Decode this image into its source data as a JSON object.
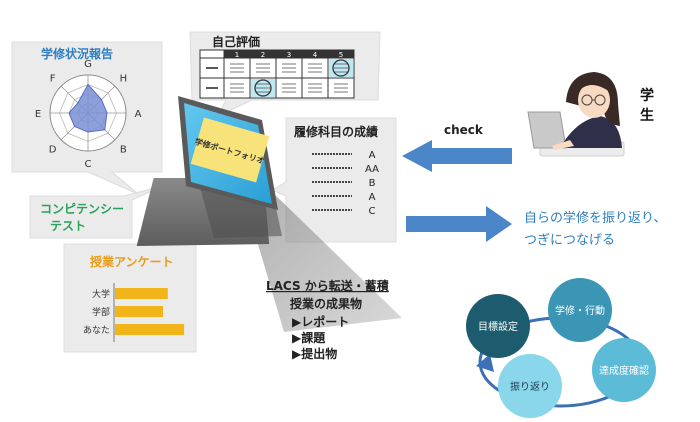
{
  "colors": {
    "panel": "#ebebeb",
    "panel_stroke": "#d8d8d8",
    "screen": "#3db4e6",
    "note": "#f7e37a",
    "blue_arrow": "#4a86c8",
    "green_title": "#27a35a",
    "orange_title": "#e99b1a",
    "blue_title": "#2f7fc1",
    "bar": "#f1b51a",
    "cycle_dark": "#1d5b6e",
    "cycle_mid": "#3b95b5",
    "cycle_light": "#5cbbd6",
    "cycle_pale": "#8ad6ea"
  },
  "radar": {
    "title": "学修状況報告",
    "axes": [
      "G",
      "H",
      "A",
      "B",
      "C",
      "D",
      "E",
      "F"
    ],
    "levels": 4,
    "values": [
      3,
      2,
      2,
      2.5,
      2,
      2,
      2,
      1.5
    ],
    "max": 4
  },
  "self_eval": {
    "title": "自己評価",
    "columns": [
      "1",
      "2",
      "3",
      "4",
      "5"
    ],
    "rows": 2,
    "selected": [
      4,
      1
    ]
  },
  "laptop": {
    "note": "学修ポートフォリオ"
  },
  "grades": {
    "title": "履修科目の成績",
    "items": [
      "A",
      "AA",
      "B",
      "A",
      "C"
    ]
  },
  "competency": {
    "title_line1": "コンピテンシー",
    "title_line2": "テスト"
  },
  "survey": {
    "title": "授業アンケート",
    "chart_data": {
      "type": "bar",
      "categories": [
        "大学",
        "学部",
        "あなた"
      ],
      "values": [
        55,
        50,
        72
      ],
      "xlim": [
        0,
        100
      ]
    }
  },
  "lacs": {
    "title": "LACS から転送・蓄積",
    "subtitle": "授業の成果物",
    "items": [
      "▶レポート",
      "▶課題",
      "▶提出物"
    ]
  },
  "student": {
    "label_line1": "学",
    "label_line2": "生"
  },
  "check_label": "check",
  "message_line1": "自らの学修を振り返り、",
  "message_line2": "つぎにつなげる",
  "cycle": {
    "steps": [
      "目標設定",
      "学修・行動",
      "達成度確認",
      "振り返り"
    ]
  }
}
